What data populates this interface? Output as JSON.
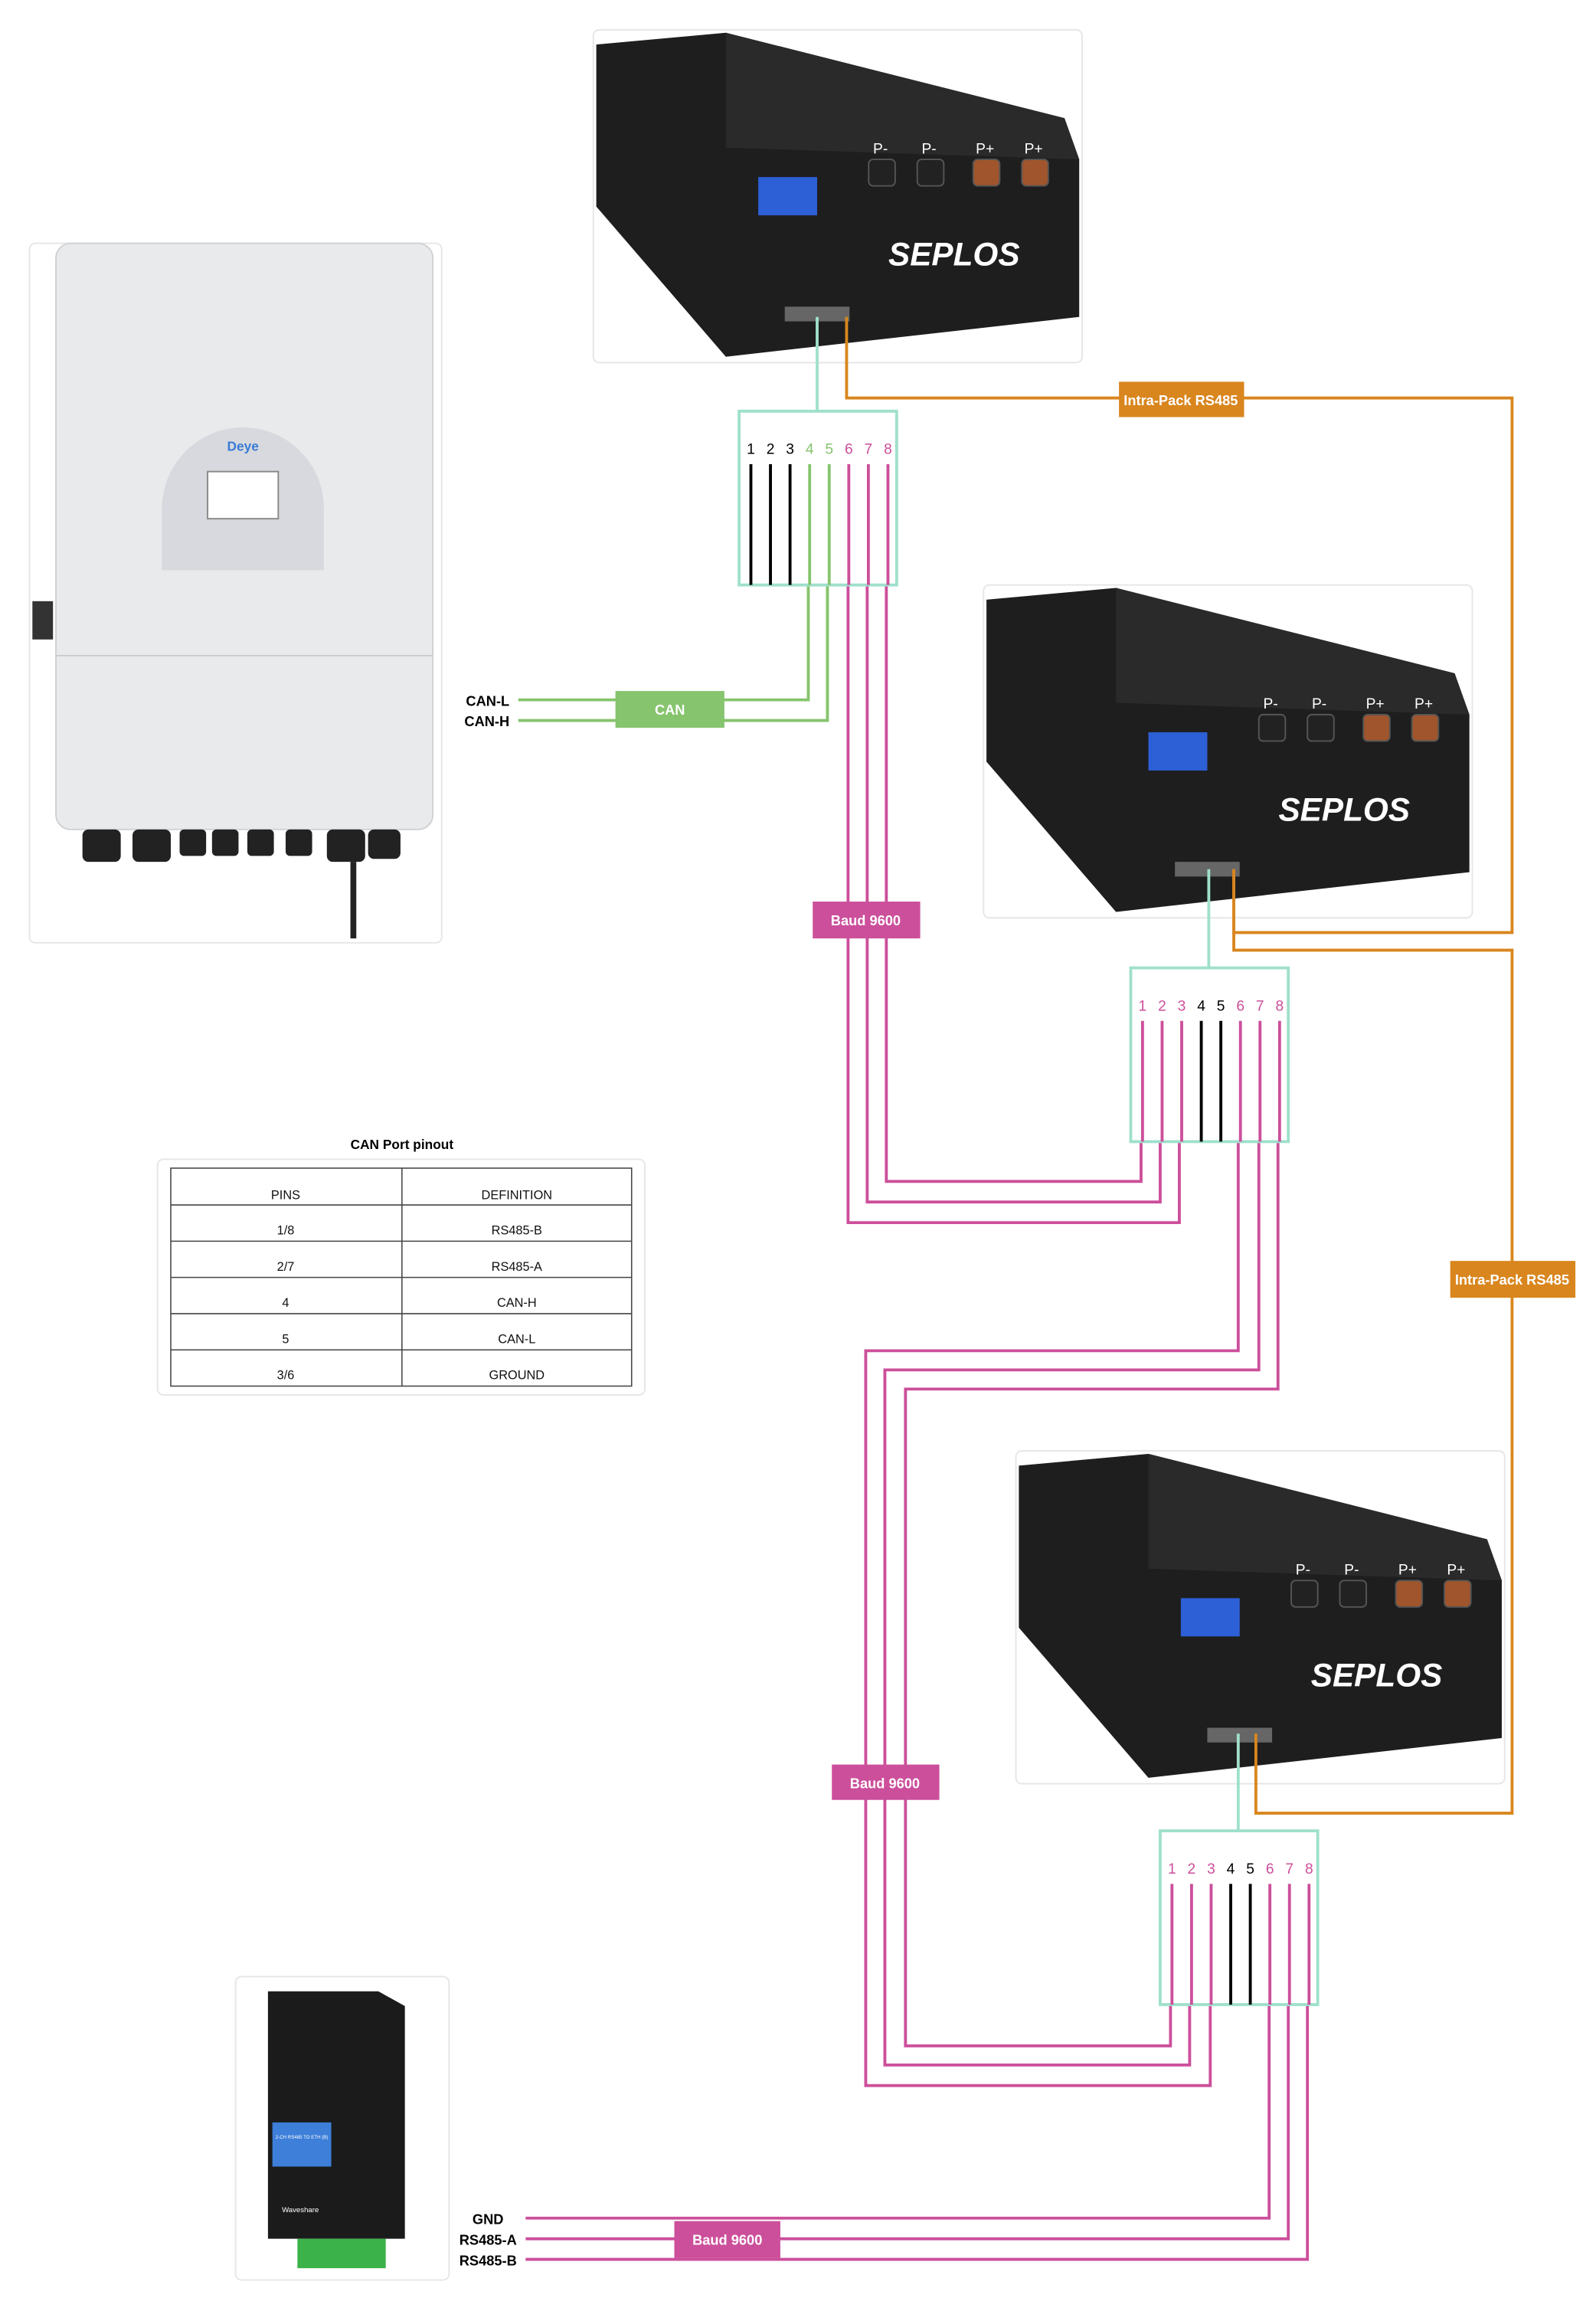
{
  "colors": {
    "rj45": "#9fe0cc",
    "can": "#86c46d",
    "rs485": "#cc4f9b",
    "intra": "#d9861e",
    "battery": "#1e1e1e"
  },
  "battery": {
    "brand": "SEPLOS",
    "terminals": [
      "P-",
      "P-",
      "P+",
      "P+"
    ]
  },
  "inverter": {
    "brand": "Deye"
  },
  "gateway": {
    "brand": "Waveshare",
    "screen": "2-CH RS485 TO ETH (B)"
  },
  "labels": {
    "intra_pack_1": "Intra-Pack RS485",
    "intra_pack_2": "Intra-Pack RS485",
    "can_tag": "CAN",
    "can_l": "CAN-L",
    "can_h": "CAN-H",
    "baud_1": "Baud 9600",
    "baud_2": "Baud 9600",
    "baud_3": "Baud 9600",
    "gnd": "GND",
    "rs485_a": "RS485-A",
    "rs485_b": "RS485-B"
  },
  "pins": [
    "1",
    "2",
    "3",
    "4",
    "5",
    "6",
    "7",
    "8"
  ],
  "pinout_table": {
    "title": "CAN Port pinout",
    "headers": [
      "PINS",
      "DEFINITION"
    ],
    "rows": [
      [
        "1/8",
        "RS485-B"
      ],
      [
        "2/7",
        "RS485-A"
      ],
      [
        "4",
        "CAN-H"
      ],
      [
        "5",
        "CAN-L"
      ],
      [
        "3/6",
        "GROUND"
      ]
    ]
  }
}
